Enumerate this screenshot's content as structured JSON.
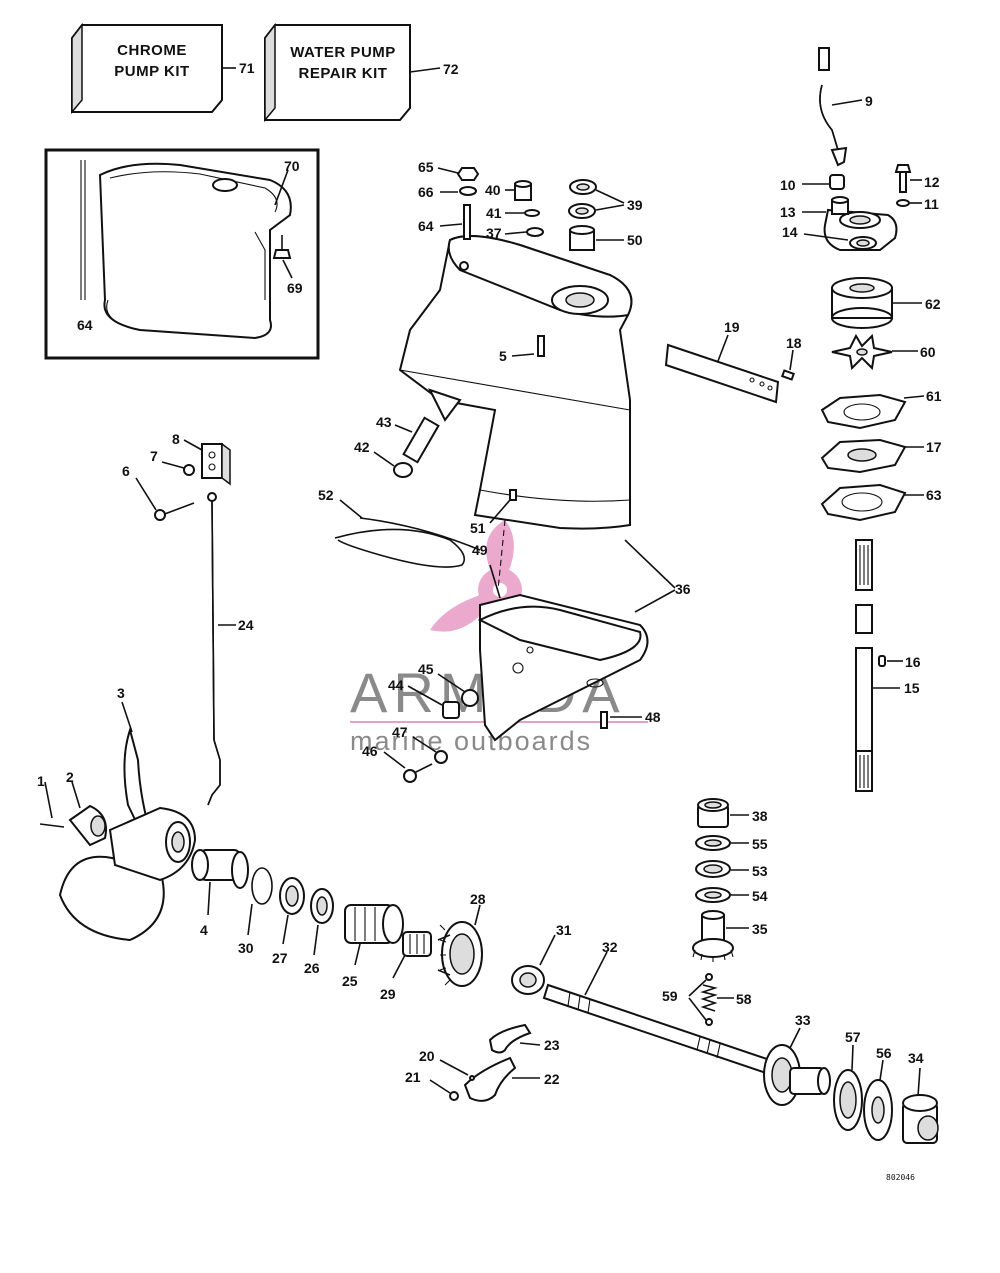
{
  "kits": {
    "chrome_line1": "CHROME",
    "chrome_line2": "PUMP KIT",
    "chrome_number": "71",
    "water_line1": "WATER PUMP",
    "water_line2": "REPAIR KIT",
    "water_number": "72"
  },
  "parts": {
    "p1": "1",
    "p2": "2",
    "p3": "3",
    "p4": "4",
    "p5": "5",
    "p6": "6",
    "p7": "7",
    "p8": "8",
    "p9": "9",
    "p10": "10",
    "p11": "11",
    "p12": "12",
    "p13": "13",
    "p14": "14",
    "p15": "15",
    "p16": "16",
    "p17": "17",
    "p18": "18",
    "p19": "19",
    "p20": "20",
    "p21": "21",
    "p22": "22",
    "p23": "23",
    "p24": "24",
    "p25": "25",
    "p26": "26",
    "p27": "27",
    "p28": "28",
    "p29": "29",
    "p30": "30",
    "p31": "31",
    "p32": "32",
    "p33": "33",
    "p34": "34",
    "p35": "35",
    "p36": "36",
    "p37": "37",
    "p38": "38",
    "p39": "39",
    "p40": "40",
    "p41": "41",
    "p42": "42",
    "p43": "43",
    "p44": "44",
    "p45": "45",
    "p46": "46",
    "p47": "47",
    "p48": "48",
    "p49": "49",
    "p50": "50",
    "p51": "51",
    "p52": "52",
    "p53": "53",
    "p54": "54",
    "p55": "55",
    "p56": "56",
    "p57": "57",
    "p58": "58",
    "p59": "59",
    "p60": "60",
    "p61": "61",
    "p62": "62",
    "p63": "63",
    "p64_inset": "64",
    "p64": "64",
    "p65": "65",
    "p66": "66",
    "p69": "69",
    "p70": "70"
  },
  "watermark": {
    "brand": "ARMADA",
    "tagline": "marine outboards",
    "logo_color": "#e8a0c8",
    "text_color": "#8a8a8a"
  },
  "drawing_code": "802046"
}
